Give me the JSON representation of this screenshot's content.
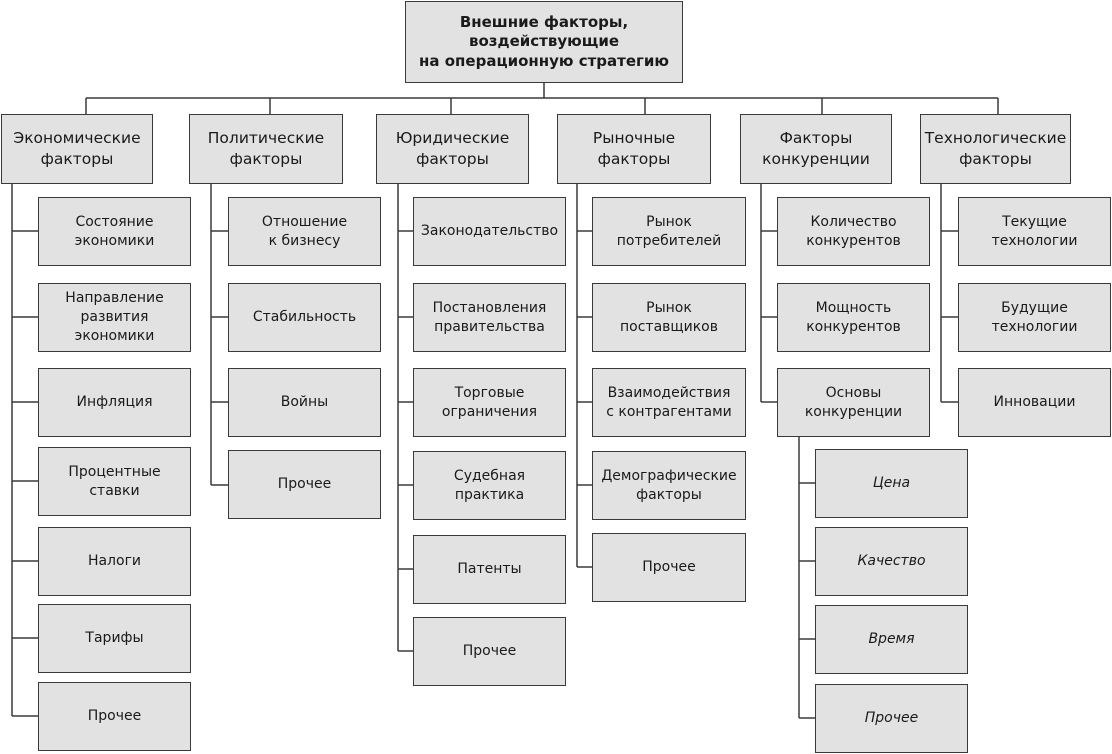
{
  "root": "Внешние факторы,\nвоздействующие\nна операционную стратегию",
  "categories": [
    {
      "title": "Экономические\nфакторы",
      "items": [
        "Состояние\nэкономики",
        "Направление\nразвития\nэкономики",
        "Инфляция",
        "Процентные\nставки",
        "Налоги",
        "Тарифы",
        "Прочее"
      ]
    },
    {
      "title": "Политические\nфакторы",
      "items": [
        "Отношение\nк бизнесу",
        "Стабильность",
        "Войны",
        "Прочее"
      ]
    },
    {
      "title": "Юридические\nфакторы",
      "items": [
        "Законодательство",
        "Постановления\nправительства",
        "Торговые\nограничения",
        "Судебная\nпрактика",
        "Патенты",
        "Прочее"
      ]
    },
    {
      "title": "Рыночные\nфакторы",
      "items": [
        "Рынок\nпотребителей",
        "Рынок\nпоставщиков",
        "Взаимодействия\nс контрагентами",
        "Демографические\nфакторы",
        "Прочее"
      ]
    },
    {
      "title": "Факторы\nконкуренции",
      "items": [
        "Количество\nконкурентов",
        "Мощность\nконкурентов",
        "Основы\nконкуренции"
      ],
      "subitems": [
        "Цена",
        "Качество",
        "Время",
        "Прочее"
      ]
    },
    {
      "title": "Технологические\nфакторы",
      "items": [
        "Текущие\nтехнологии",
        "Будущие\nтехнологии",
        "Инновации"
      ]
    }
  ],
  "colors": {
    "box_fill": "#e2e2e2",
    "stroke": "#3a3a3a"
  }
}
